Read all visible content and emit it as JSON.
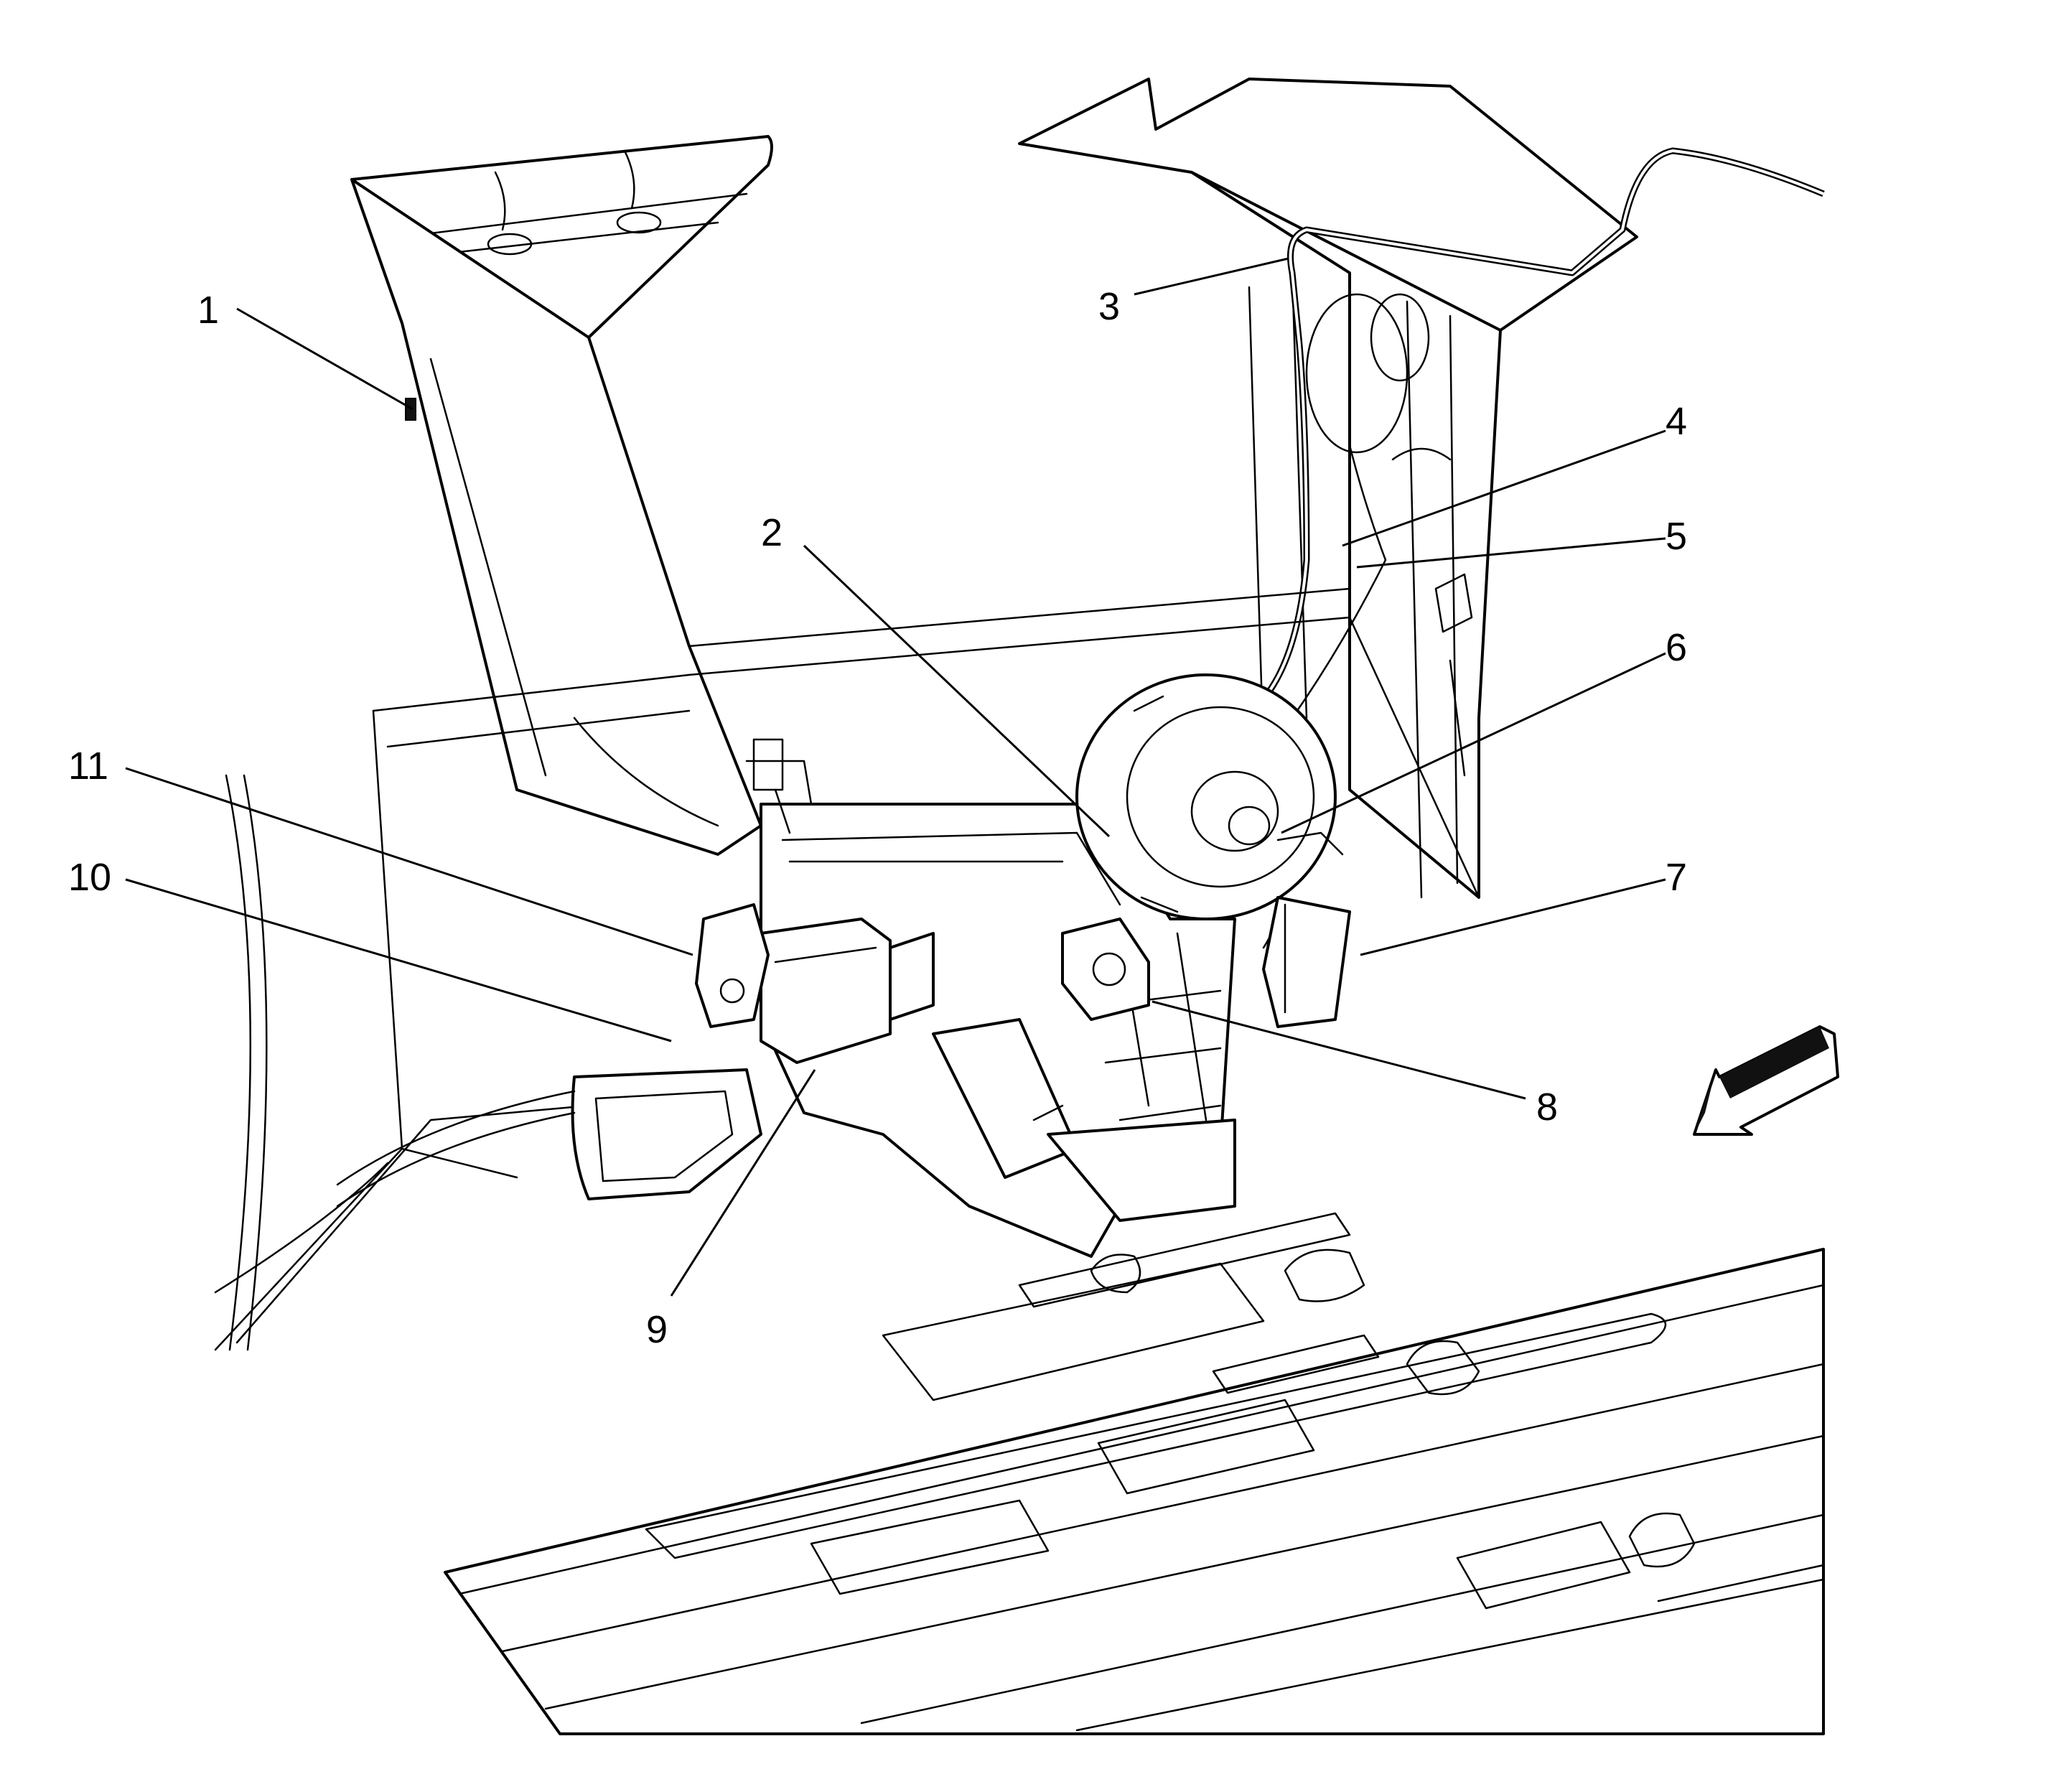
{
  "callouts": [
    "1",
    "2",
    "3",
    "4",
    "5",
    "6",
    "7",
    "8",
    "9",
    "10",
    "11"
  ],
  "icons": {
    "view_direction": "view-direction-arrow-icon"
  }
}
